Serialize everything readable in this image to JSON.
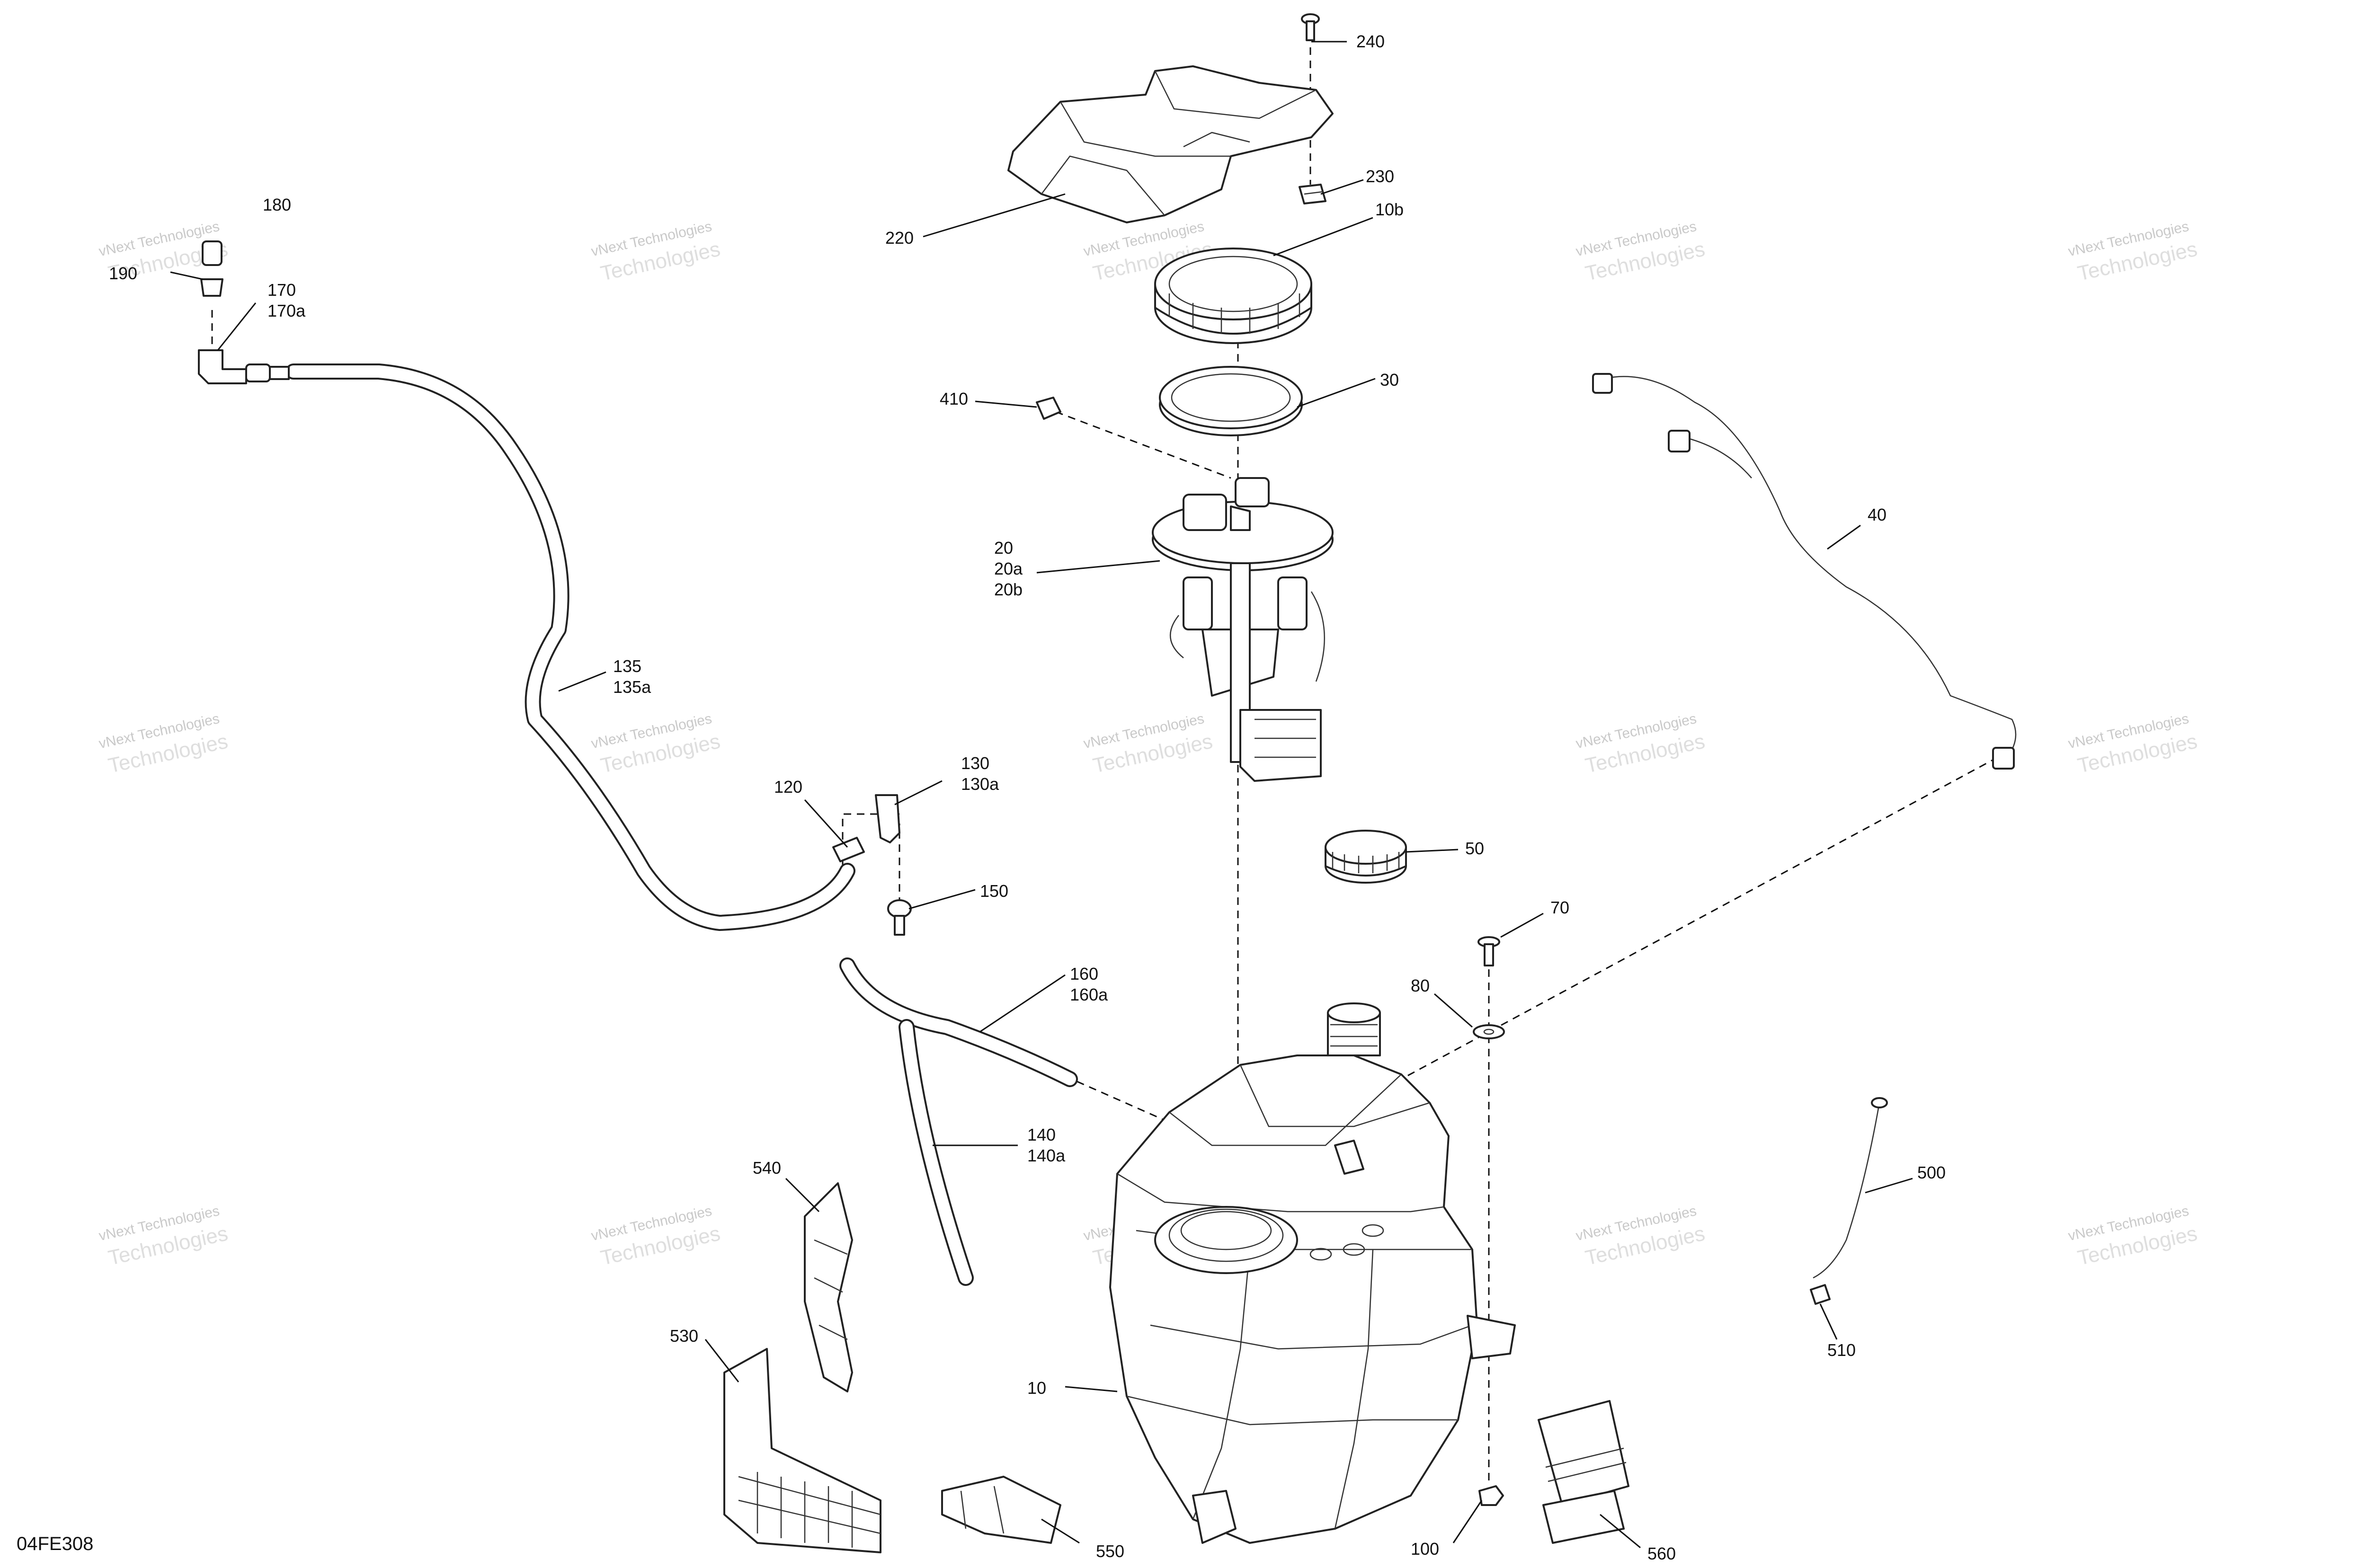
{
  "diagram_code": "04FE308",
  "watermark": {
    "line1": "vNext Technologies",
    "line2": "Technologies"
  },
  "callouts": {
    "c240": [
      "240"
    ],
    "c230": [
      "230"
    ],
    "c220": [
      "220"
    ],
    "c10b": [
      "10b"
    ],
    "c30": [
      "30"
    ],
    "c410": [
      "410"
    ],
    "c20": [
      "20",
      "20a",
      "20b"
    ],
    "c180": [
      "180"
    ],
    "c190": [
      "190"
    ],
    "c170": [
      "170",
      "170a"
    ],
    "c135": [
      "135",
      "135a"
    ],
    "c120": [
      "120"
    ],
    "c130": [
      "130",
      "130a"
    ],
    "c150": [
      "150"
    ],
    "c160": [
      "160",
      "160a"
    ],
    "c140": [
      "140",
      "140a"
    ],
    "c50": [
      "50"
    ],
    "c70": [
      "70"
    ],
    "c80": [
      "80"
    ],
    "c40": [
      "40"
    ],
    "c500": [
      "500"
    ],
    "c510": [
      "510"
    ],
    "c540": [
      "540"
    ],
    "c530": [
      "530"
    ],
    "c10": [
      "10"
    ],
    "c550": [
      "550"
    ],
    "c100": [
      "100"
    ],
    "c560": [
      "560"
    ]
  }
}
